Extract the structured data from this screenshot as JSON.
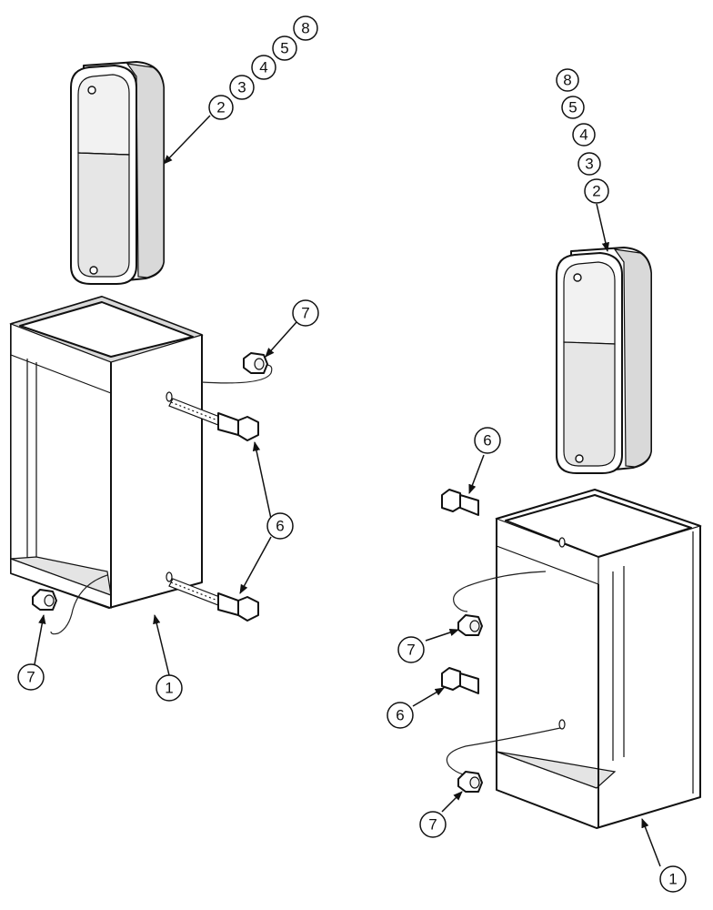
{
  "colors": {
    "line": "#111111",
    "background": "#ffffff",
    "shading": "#d9d9d9"
  },
  "icons": [
    "lamp-assembly-icon",
    "mounting-bracket-icon",
    "hex-bolt-icon",
    "hex-nut-icon",
    "arrowhead-icon"
  ],
  "callouts": {
    "left": {
      "lamp_stack": [
        "2",
        "3",
        "4",
        "5",
        "8"
      ],
      "nut_top": "7",
      "bolts": "6",
      "nut_bottom": "7",
      "bracket": "1"
    },
    "right": {
      "lamp_stack": [
        "8",
        "5",
        "4",
        "3",
        "2"
      ],
      "bolt_top": "6",
      "nut_top": "7",
      "bolt_bottom": "6",
      "nut_bottom": "7",
      "bracket": "1"
    }
  }
}
